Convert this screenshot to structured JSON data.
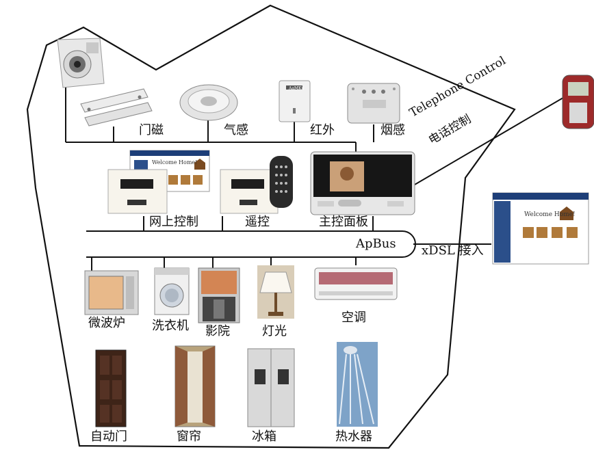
{
  "sensors": {
    "door_magnet": "门磁",
    "gas": "气感",
    "infrared": "红外",
    "smoke": "烟感"
  },
  "controls": {
    "web_control": "网上控制",
    "remote_control": "遥控",
    "main_panel": "主控面板"
  },
  "telephone": {
    "english": "Telephone Control",
    "chinese": "电话控制"
  },
  "bus": {
    "label": "ApBus"
  },
  "xdsl": {
    "label": "xDSL 接入"
  },
  "appliances_row1": {
    "microwave": "微波炉",
    "washer": "洗衣机",
    "cinema": "影院",
    "light": "灯光",
    "aircon": "空调"
  },
  "appliances_row2": {
    "auto_door": "自动门",
    "curtain": "窗帘",
    "fridge": "冰箱",
    "water_heater": "热水器"
  },
  "screens": {
    "welcome": "Welcome Home!"
  },
  "brand": {
    "logo": "AaMKu"
  }
}
